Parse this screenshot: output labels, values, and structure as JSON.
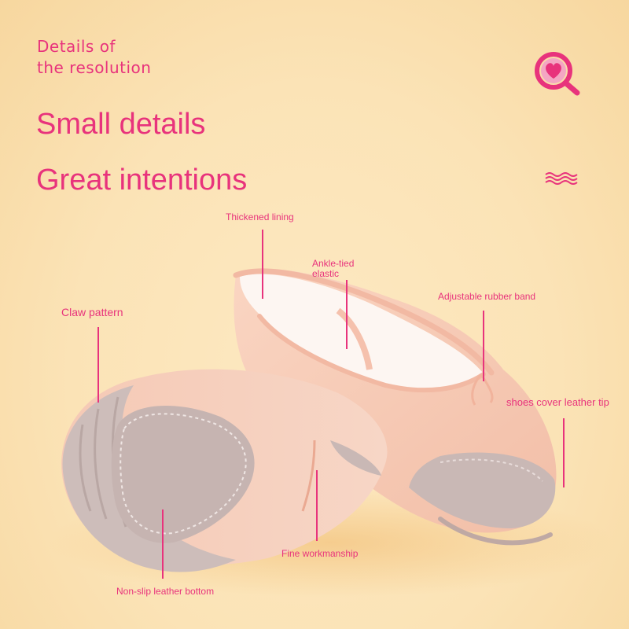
{
  "header": {
    "line1": "Details of",
    "line2": "the resolution"
  },
  "headline": {
    "line1": "Small details",
    "line2": "Great intentions"
  },
  "labels": {
    "thickened_lining": "Thickened lining",
    "ankle_tied_1": "Ankle-tied",
    "ankle_tied_2": "elastic",
    "adjustable_band": "Adjustable rubber band",
    "claw_pattern": "Claw pattern",
    "leather_tip": "shoes cover leather tip",
    "fine_workmanship": "Fine workmanship",
    "non_slip_bottom": "Non-slip leather bottom"
  },
  "icons": {
    "magnifier": "heart-magnifier-icon",
    "wave": "wave-icon"
  },
  "colors": {
    "accent": "#e8337c",
    "background": "#fbe3b6",
    "canvas": "#f7c9b3",
    "leather": "#c9b8b5"
  }
}
